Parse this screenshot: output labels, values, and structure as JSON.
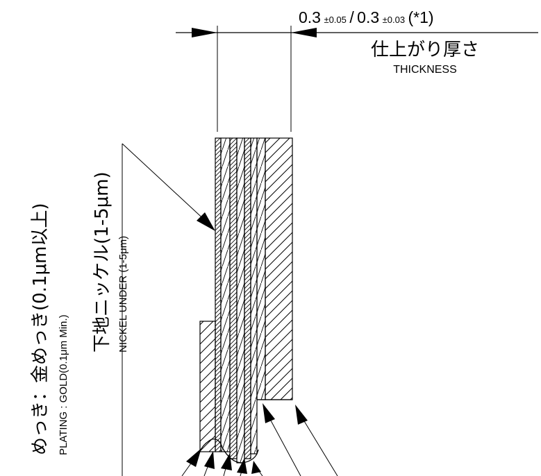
{
  "dimension": {
    "value_1": "0.3",
    "tolerance_1": "±0.05",
    "separator": "/",
    "value_2": "0.3",
    "tolerance_2": "±0.03",
    "note": "(*1)",
    "label_jp": "仕上がり厚さ",
    "label_en": "THICKNESS"
  },
  "plating": {
    "label_jp": "めっき：金めっき(0.1μm以上)",
    "label_en": "PLATING : GOLD(0.1μm Min.)"
  },
  "underplating": {
    "label_jp": "下地ニッケル(1-5μm)",
    "label_en": "NICKEL UNDER (1-5μm)"
  },
  "colors": {
    "line": "#000000",
    "background": "#ffffff"
  }
}
